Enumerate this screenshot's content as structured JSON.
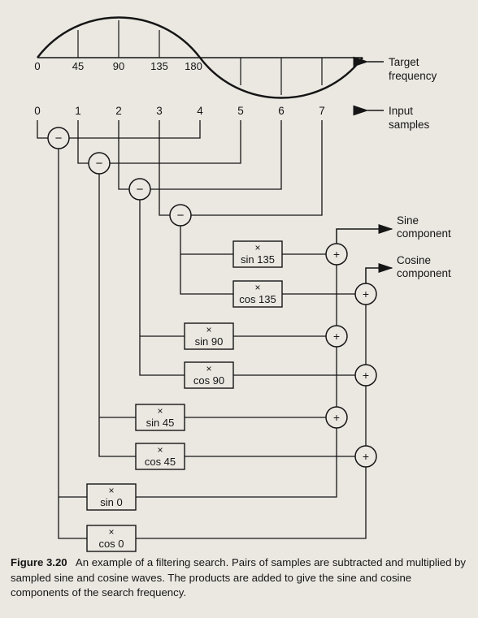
{
  "waveform": {
    "degree_labels": [
      "0",
      "45",
      "90",
      "135",
      "180"
    ],
    "label_line1": "Target",
    "label_line2": "frequency"
  },
  "inputs": {
    "sample_labels": [
      "0",
      "1",
      "2",
      "3",
      "4",
      "5",
      "6",
      "7"
    ],
    "label_line1": "Input",
    "label_line2": "samples"
  },
  "operators": {
    "subtract": "−",
    "multiply": "×",
    "add": "+"
  },
  "multipliers": [
    {
      "fn": "sin 135"
    },
    {
      "fn": "cos 135"
    },
    {
      "fn": "sin 90"
    },
    {
      "fn": "cos 90"
    },
    {
      "fn": "sin 45"
    },
    {
      "fn": "cos 45"
    },
    {
      "fn": "sin 0"
    },
    {
      "fn": "cos 0"
    }
  ],
  "outputs": {
    "sine_line1": "Sine",
    "sine_line2": "component",
    "cosine_line1": "Cosine",
    "cosine_line2": "component"
  },
  "caption": {
    "label": "Figure 3.20",
    "text": "An example of a filtering search. Pairs of samples are subtracted and multiplied by sampled sine and cosine waves. The products are added to give the sine and cosine components of the search frequency."
  }
}
